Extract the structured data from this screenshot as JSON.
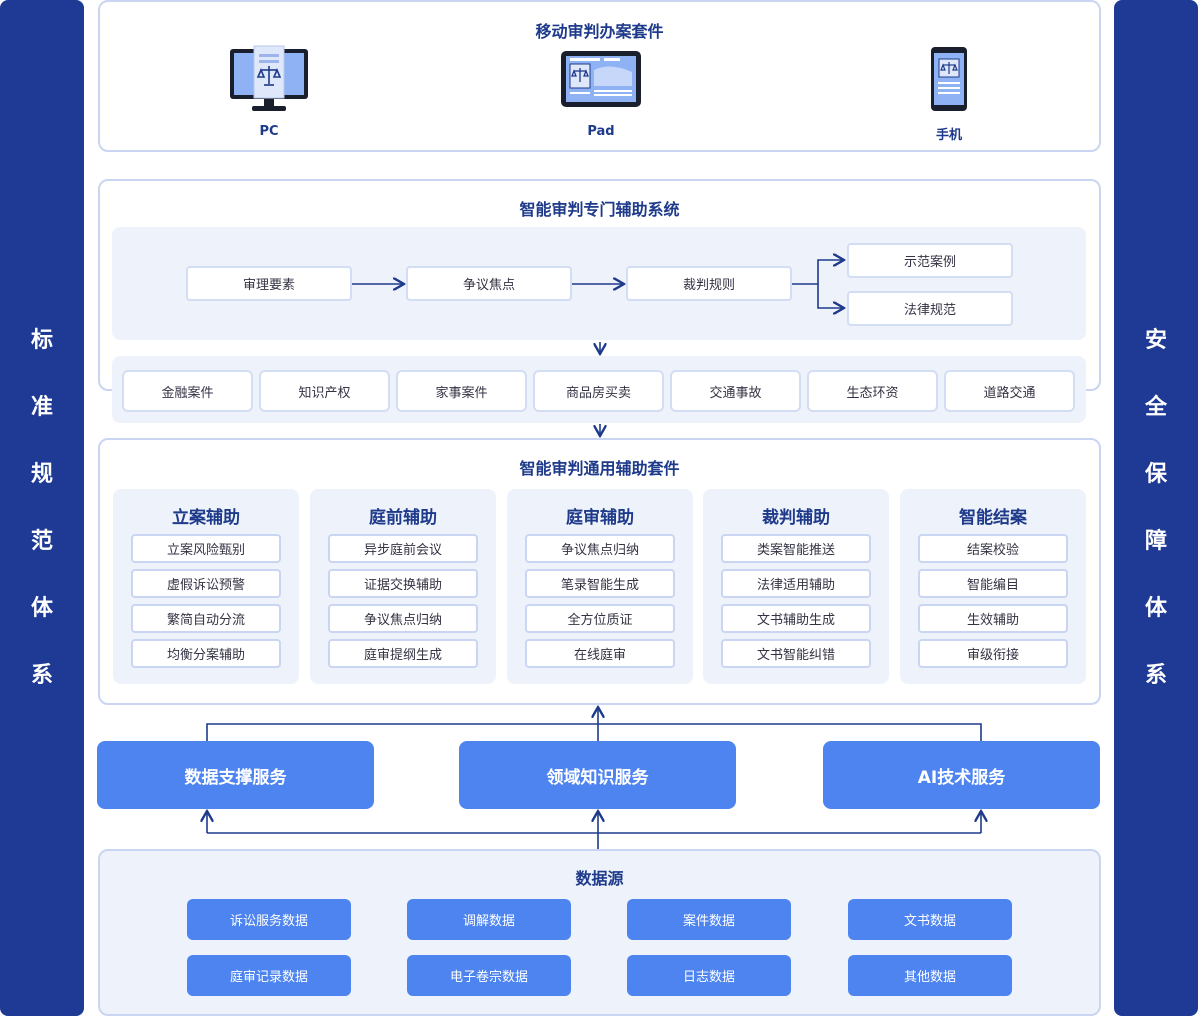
{
  "left_bar": [
    "标",
    "准",
    "规",
    "范",
    "体",
    "系"
  ],
  "right_bar": [
    "安",
    "全",
    "保",
    "障",
    "体",
    "系"
  ],
  "mobile": {
    "title": "移动审判办案套件",
    "devices": [
      {
        "label": "PC",
        "icon": "monitor-icon"
      },
      {
        "label": "Pad",
        "icon": "tablet-icon"
      },
      {
        "label": "手机",
        "icon": "phone-icon"
      }
    ]
  },
  "special": {
    "title": "智能审判专门辅助系统",
    "flow": [
      "审理要素",
      "争议焦点",
      "裁判规则"
    ],
    "branches": [
      "示范案例",
      "法律规范"
    ],
    "cases": [
      "金融案件",
      "知识产权",
      "家事案件",
      "商品房买卖",
      "交通事故",
      "生态环资",
      "道路交通"
    ]
  },
  "general": {
    "title": "智能审判通用辅助套件",
    "columns": [
      {
        "title": "立案辅助",
        "items": [
          "立案风险甄别",
          "虚假诉讼预警",
          "繁简自动分流",
          "均衡分案辅助"
        ]
      },
      {
        "title": "庭前辅助",
        "items": [
          "异步庭前会议",
          "证据交换辅助",
          "争议焦点归纳",
          "庭审提纲生成"
        ]
      },
      {
        "title": "庭审辅助",
        "items": [
          "争议焦点归纳",
          "笔录智能生成",
          "全方位质证",
          "在线庭审"
        ]
      },
      {
        "title": "裁判辅助",
        "items": [
          "类案智能推送",
          "法律适用辅助",
          "文书辅助生成",
          "文书智能纠错"
        ]
      },
      {
        "title": "智能结案",
        "items": [
          "结案校验",
          "智能编目",
          "生效辅助",
          "审级衔接"
        ]
      }
    ]
  },
  "services": [
    "数据支撑服务",
    "领域知识服务",
    "AI技术服务"
  ],
  "datasource": {
    "title": "数据源",
    "row1": [
      "诉讼服务数据",
      "调解数据",
      "案件数据",
      "文书数据"
    ],
    "row2": [
      "庭审记录数据",
      "电子卷宗数据",
      "日志数据",
      "其他数据"
    ]
  },
  "colors": {
    "navy": "#1e3a94",
    "accent_blue": "#4d84f0",
    "panel_border": "#c9d5f2",
    "zone_bg": "#eef2fb",
    "title_text": "#1e3a8a"
  }
}
